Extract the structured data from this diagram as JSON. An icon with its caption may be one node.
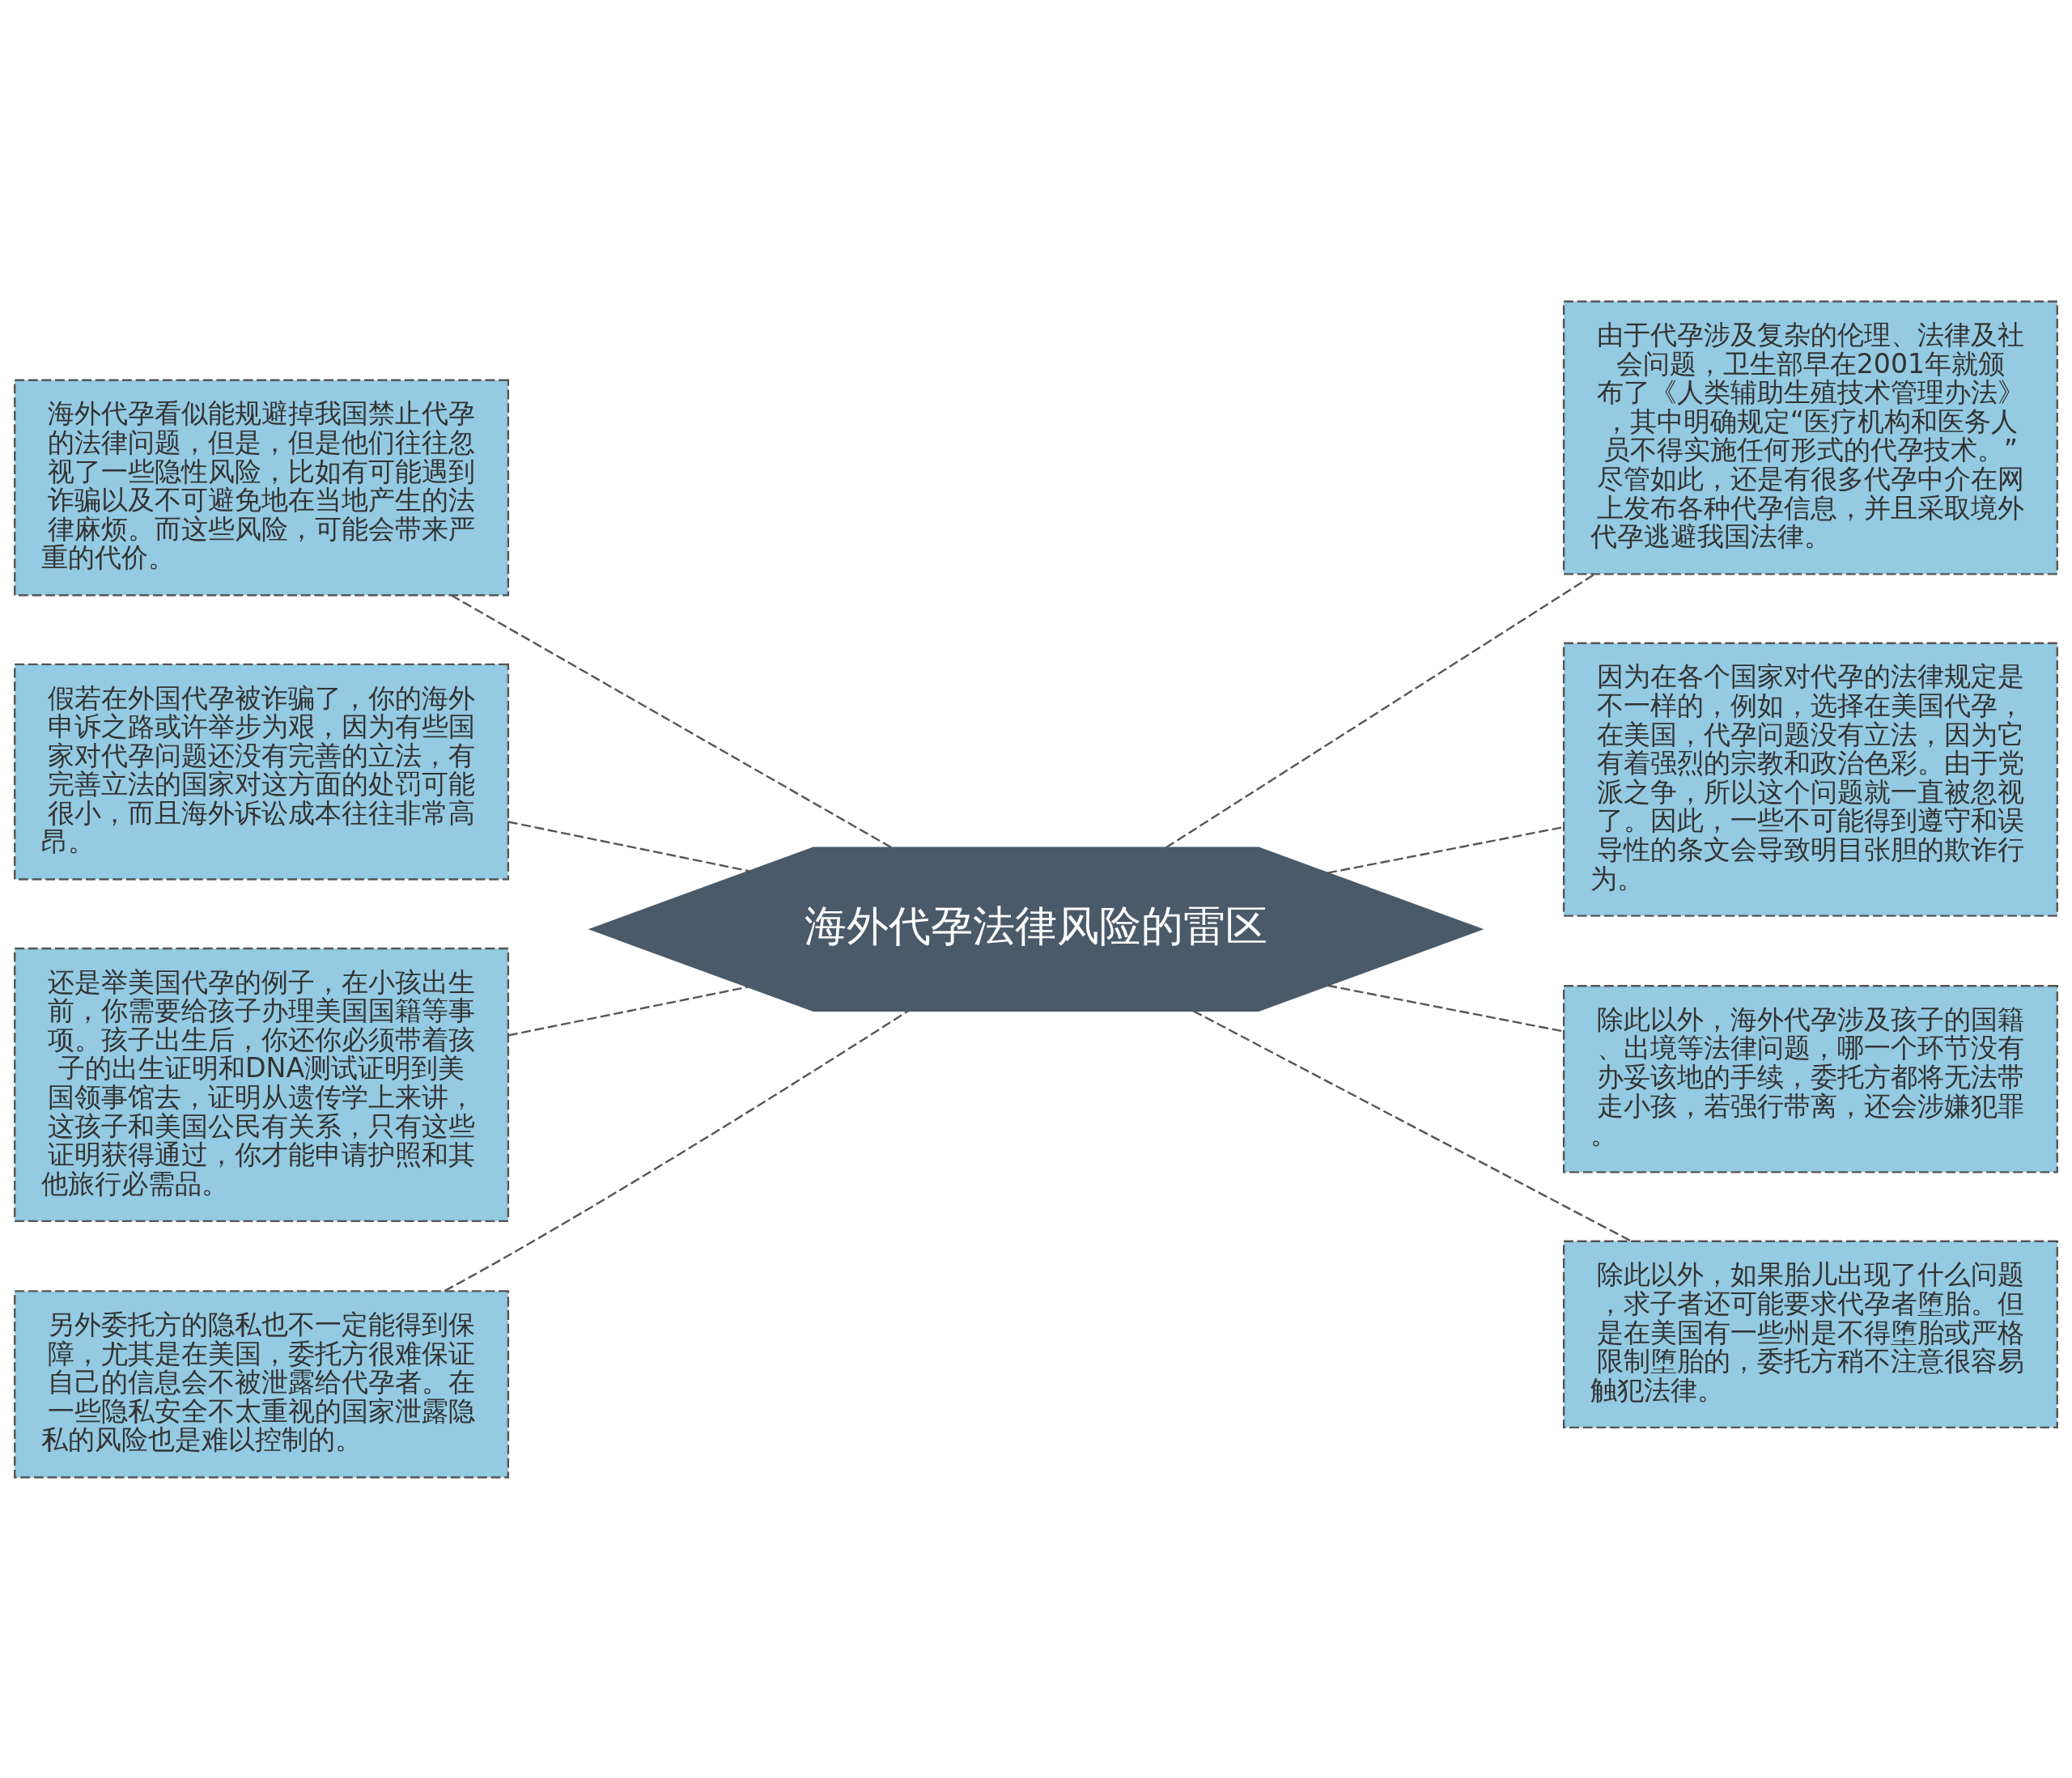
{
  "diagram": {
    "nodes": [
      {
        "text": [
          "海外代孕法律风险的雷区"
        ]
      },
      {
        "text": [
          "海外代孕看似能规避掉我国禁止代孕的法律问题，但是，但是他们往往忽视了一些隐性风险，比如有可能遇到诈骗以及不可避免地在当地产生的法律麻烦。而这些风险，可能会带来严重的代价。"
        ]
      },
      {
        "text": [
          "假若在外国代孕被诈骗了，你的海外申诉之路或许举步为艰，因为有些国家对代孕问题还没有完善的立法，有完善立法的国家对这方面的处罚可能很小，而且海外诉讼成本往往非常高昂。"
        ]
      },
      {
        "text": [
          "还是举美国代孕的例子，在小孩出生前，你需要给孩子办理美国国籍等事项。孩子出生后，你还你必须带着孩子的出生证明和DNA测试证明到美国领事馆去，证明从遗传学上来讲，这孩子和美国公民有关系，只有这些证明获得通过，你才能申请护照和其他旅行必需品。"
        ]
      },
      {
        "text": [
          "另外委托方的隐私也不一定能得到保障，尤其是在美国，委托方很难保证自己的信息会不被泄露给代孕者。在一些隐私安全不太重视的国家泄露隐私的风险也是难以控制的。"
        ]
      },
      {
        "text": [
          "由于代孕涉及复杂的伦理、法律及社会问题，卫生部早在2001年就颁布了《人类辅助生殖技术管理办法》，其中明确规定“医疗机构和医务人员不得实施任何形式的代孕技术。”尽管如此，还是有很多代孕中介在网上发布各种代孕信息，并且采取境外代孕逃避我国法律。"
        ]
      },
      {
        "text": [
          "因为在各个国家对代孕的法律规定是不一样的，例如，选择在美国代孕，在美国，代孕问题没有立法，因为它有着强烈的宗教和政治色彩。由于党派之争，所以这个问题就一直被忽视了。因此，一些不可能得到遵守和误导性的条文会导致明目张胆的欺诈行为。"
        ]
      },
      {
        "text": [
          "除此以外，海外代孕涉及孩子的国籍、出境等法律问题，哪一个环节没有办妥该地的手续，委托方都将无法带走小孩，若强行带离，还会涉嫌犯罪。"
        ]
      },
      {
        "text": [
          "除此以外，如果胎儿出现了什么问题，求子者还可能要求代孕者堕胎。但是在美国有一些州是不得堕胎或严格限制堕胎的，委托方稍不注意很容易触犯法律。"
        ]
      }
    ],
    "edges": [
      {
        "from": 0,
        "to": 1,
        "arrow": "none",
        "style": "dashed"
      },
      {
        "from": 0,
        "to": 2,
        "arrow": "none",
        "style": "dashed"
      },
      {
        "from": 0,
        "to": 3,
        "arrow": "none",
        "style": "dashed"
      },
      {
        "from": 0,
        "to": 4,
        "arrow": "none",
        "style": "dashed"
      },
      {
        "from": 0,
        "to": 5,
        "arrow": "none",
        "style": "dashed"
      },
      {
        "from": 0,
        "to": 6,
        "arrow": "none",
        "style": "dashed"
      },
      {
        "from": 0,
        "to": 7,
        "arrow": "none",
        "style": "dashed"
      },
      {
        "from": 0,
        "to": 8,
        "arrow": "none",
        "style": "dashed"
      }
    ]
  }
}
